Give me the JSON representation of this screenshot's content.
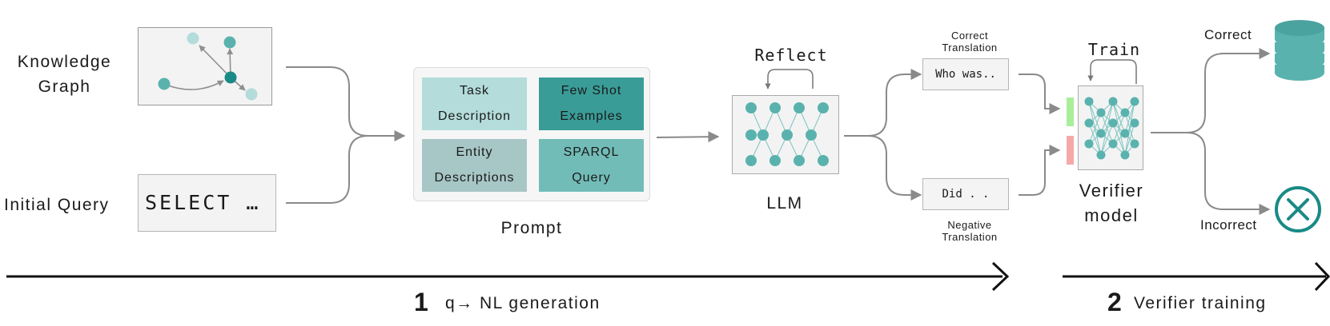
{
  "inputs": {
    "kg_label_line1": "Knowledge",
    "kg_label_line2": "Graph",
    "query_label": "Initial Query",
    "query_text": "SELECT …"
  },
  "prompt": {
    "cells": {
      "task_line1": "Task",
      "task_line2": "Description",
      "fewshot_line1": "Few Shot",
      "fewshot_line2": "Examples",
      "entity_line1": "Entity",
      "entity_line2": "Descriptions",
      "sparql_line1": "SPARQL",
      "sparql_line2": "Query"
    },
    "label": "Prompt"
  },
  "llm": {
    "reflect_label": "Reflect",
    "label": "LLM"
  },
  "translations": {
    "correct_caption_line1": "Correct",
    "correct_caption_line2": "Translation",
    "correct_text": "Who was..",
    "negative_text": "Did . .",
    "negative_caption_line1": "Negative",
    "negative_caption_line2": "Translation"
  },
  "verifier": {
    "train_label": "Train",
    "label_line1": "Verifier",
    "label_line2": "model"
  },
  "outputs": {
    "correct_label": "Correct",
    "incorrect_label": "Incorrect"
  },
  "stages": {
    "stage1_number": "1",
    "stage1_text": "q→ NL generation",
    "stage2_number": "2",
    "stage2_text": "Verifier training"
  },
  "colors": {
    "teal_dark": "#1a8a86",
    "teal_mid": "#5ab2ae",
    "teal_light": "#b3dcdb",
    "green_bar": "#a8ef9a",
    "red_bar": "#f5a8a8",
    "connector_gray": "#8a8a8a"
  },
  "icons": {
    "database": "database-icon",
    "incorrect": "x-circle-icon"
  }
}
